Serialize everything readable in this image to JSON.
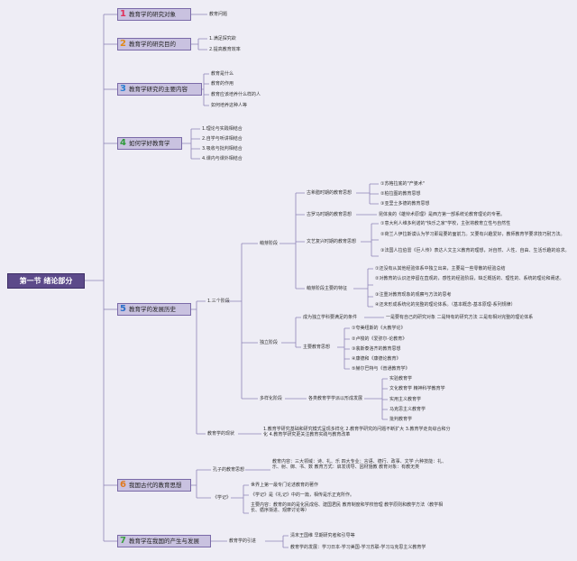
{
  "root": "第一节 绪论部分",
  "sections": [
    {
      "num": "1",
      "label": "教育学的研究对象",
      "num_color": "#e0305a"
    },
    {
      "num": "2",
      "label": "教育学的研究目的",
      "num_color": "#e08a1a"
    },
    {
      "num": "3",
      "label": "教育学研究的主要内容",
      "num_color": "#2a7fd0"
    },
    {
      "num": "4",
      "label": "如何学好教育学",
      "num_color": "#2f9a3a"
    },
    {
      "num": "5",
      "label": "教育学的发展历史",
      "num_color": "#2a6fc8"
    },
    {
      "num": "6",
      "label": "我国古代的教育思想",
      "num_color": "#e07a20"
    },
    {
      "num": "7",
      "label": "教育学在我国的产生与发展",
      "num_color": "#3aa040"
    }
  ],
  "s1": [
    "教育问题"
  ],
  "s2": [
    "1.满足探究欲",
    "2.提高教育效率"
  ],
  "s3": [
    "教育是什么",
    "教育的作用",
    "教育应该培养什么样的人",
    "如何培养这种人等"
  ],
  "s4": [
    "1.理论与实践相结合",
    "2.自学与听讲相结合",
    "3.吸收与批判相结合",
    "4.课内与课外相结合"
  ],
  "s5": {
    "stages": "1.三个阶段",
    "mengya": "萌芽阶段",
    "gudai": "古希腊时期的教育思想",
    "gudai_items": [
      "①苏格拉底的\"产婆术\"",
      "②柏拉图的教育思想",
      "③亚里士多德的教育思想"
    ],
    "gulm": "古罗马时期的教育思想",
    "gulm_text": "昆体良的《雄辩术原理》是西方第一部系统论教育理论的专著。",
    "wenyi": "文艺复兴时期的教育思想",
    "wenyi_items": [
      "①意大利人维多利诺的\"快乐之家\"学校，主张将教育立性与自然性",
      "②荷兰人伊拉斯谟认为学习即是要的面前力。又要有兴趣爱好，教师教育学要求技巧耐方法。",
      "③法国人拉伯雷《巨人传》表达人文主义教育的理想，对自然、人性、自由、生活乐趣的追求。"
    ],
    "tedian": "萌芽阶段主要的特征",
    "tedian_items": [
      "①还没有从其他经验体系中独立出来，主要是一些零散的经验总结",
      "②对教育的认识还停留在直观的，感性的经验阶段，缺乏概括的、理性的、系统的理论和阐述。",
      "③注重对教育现象的观察与方法的思考",
      "④还未形成系统化的完整的理论体系。（基本概念-基本原理-系列规律）"
    ],
    "duli": "独立阶段",
    "biaozhi": "成为独立学科要满足的条件",
    "biaozhi_text": "一是要有自己的研究对象 二是特有的研究方法 三是有相对完整的理论体系",
    "zhuyao": "主要教育思想",
    "zhuyao_items": [
      "①夸美纽斯的《大教学论》",
      "②卢梭的《爱弥尔-论教育》",
      "③裴斯泰洛齐的教育思想",
      "④康德和《康德论教育》",
      "⑤赫尔巴特与《普通教育学》"
    ],
    "duoyang": "多样化阶段",
    "duoyang_sub": "各类教育学学派以形成发展",
    "duoyang_items": [
      "实验教育学",
      "文化教育学 精神科学教育学",
      "实用主义教育学",
      "马克思主义教育学",
      "批判教育学"
    ],
    "xianzhuang": "教育学的现状",
    "xianzhuang_text": "1.教育学研究基础和研究模式呈现多样化 2.教育学研究的问题不断扩大 3.教育学走向综合和分化 4.教育学研究更关注教育实践与教育改革"
  },
  "s6": {
    "kongzi": "孔子的教育思想",
    "kongzi_text": "教育内容：三大领域：诗、礼、乐 四大专业：言语、德行、政事、文学 六种技能：礼、乐、射、御、书、数 教育方式：启发诱导、因材施教 教育对象：有教无类",
    "xueji": "《学记》",
    "xueji_items": [
      "世界上第一最专门论述教育的著作",
      "《学记》是《礼记》中的一篇，相传是乐正克所作。",
      "主要内容：教育的目的是化民成俗、建国君民 教育制度和学校管理 教学原则和教学方法（教学相长、循序渐进、观摩讨论等）"
    ]
  },
  "s7": {
    "yinjin": "教育学的引进",
    "items": [
      "清末王国维 早期研究者和引导等",
      "教育学的发展：学习日本-学习美国-学习苏联-学习马克思主义教育学"
    ]
  }
}
